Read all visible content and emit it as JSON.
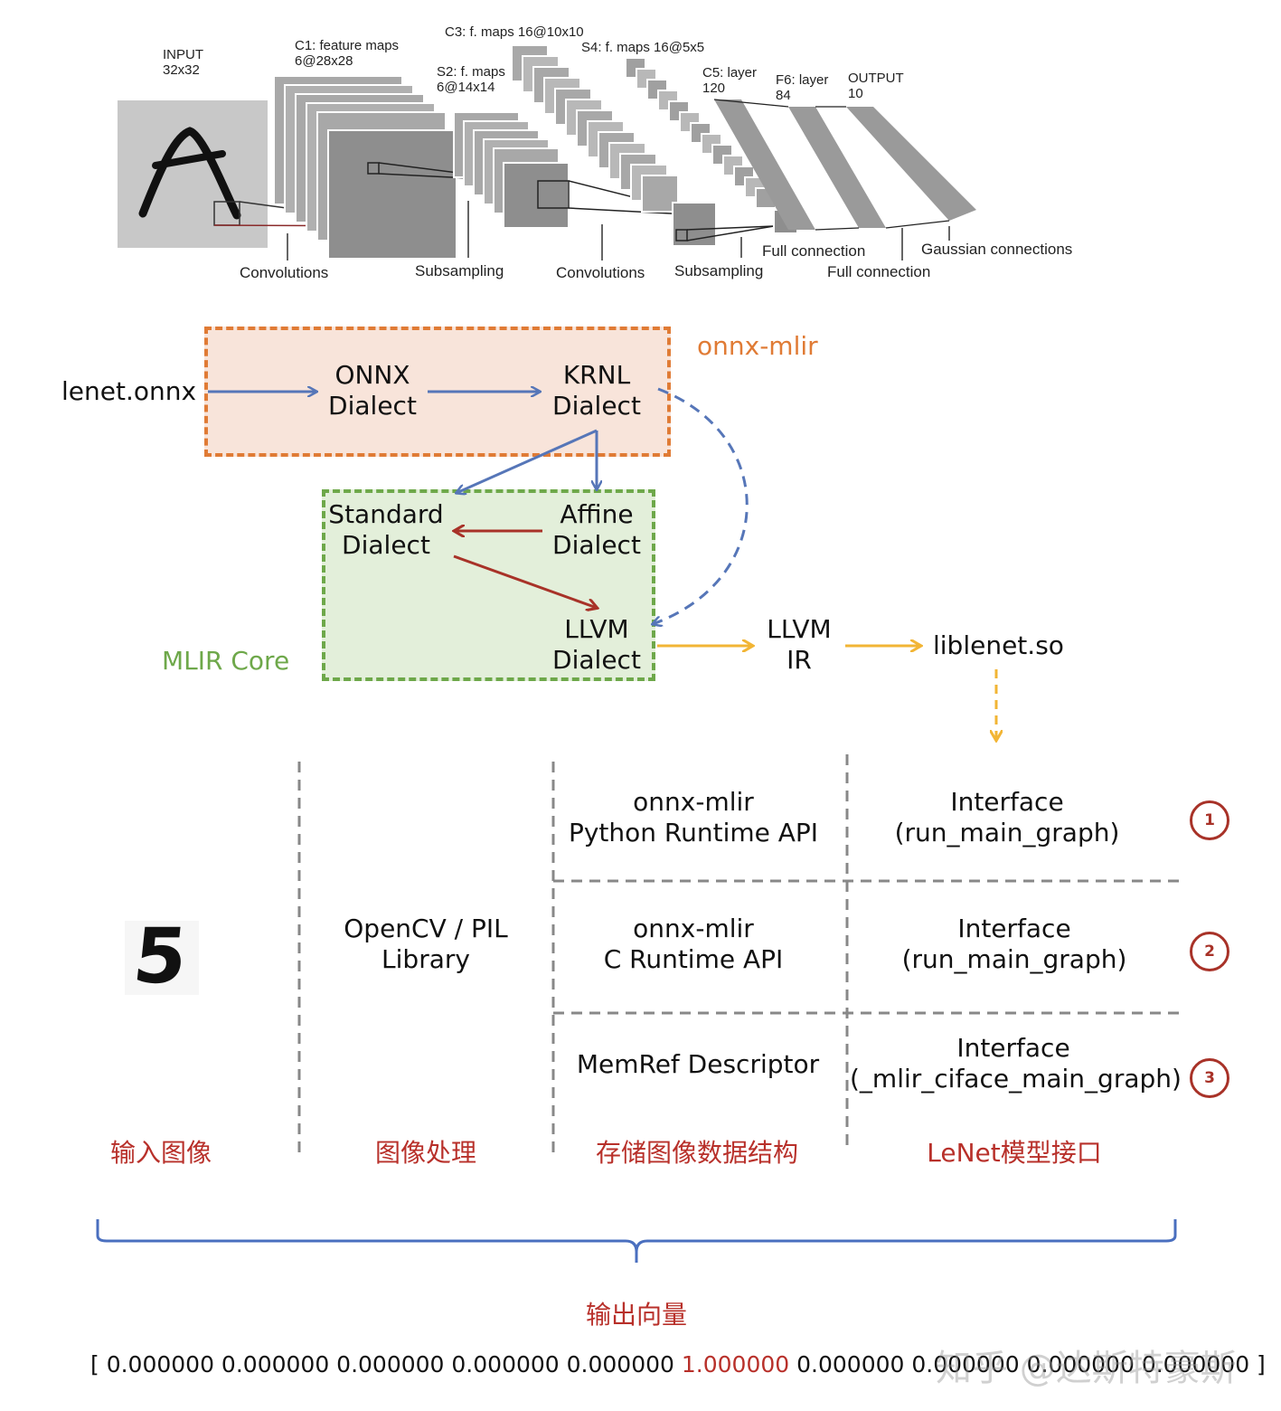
{
  "lenet": {
    "input_label": "INPUT\n32x32",
    "c1_label": "C1: feature maps\n6@28x28",
    "s2_label": "S2: f. maps\n6@14x14",
    "c3_label": "C3: f. maps 16@10x10",
    "s4_label": "S4: f. maps 16@5x5",
    "c5_label": "C5: layer\n120",
    "f6_label": "F6: layer\n84",
    "output_label": "OUTPUT\n10",
    "captions": {
      "conv1": "Convolutions",
      "sub1": "Subsampling",
      "conv2": "Convolutions",
      "sub2": "Subsampling",
      "full1": "Full connection",
      "full2": "Full connection",
      "gauss": "Gaussian connections"
    }
  },
  "flow": {
    "input_file": "lenet.onnx",
    "onnx_group_label": "onnx-mlir",
    "core_group_label": "MLIR Core",
    "onnx_dialect": "ONNX\nDialect",
    "krnl_dialect": "KRNL\nDialect",
    "standard_dialect": "Standard\nDialect",
    "affine_dialect": "Affine\nDialect",
    "llvm_dialect": "LLVM\nDialect",
    "llvm_ir": "LLVM\nIR",
    "library": "liblenet.so",
    "colors": {
      "blue": "#5676b8",
      "red": "#a83228",
      "yellow": "#f2b535",
      "orange": "#e07b35",
      "green": "#6ea84a"
    }
  },
  "table": {
    "digit": "5",
    "image_processing": "OpenCV / PIL\nLibrary",
    "rows": [
      {
        "api": "onnx-mlir\nPython Runtime API",
        "interface": "Interface\n(run_main_graph)",
        "num": "1"
      },
      {
        "api": "onnx-mlir\nC Runtime API",
        "interface": "Interface\n(run_main_graph)",
        "num": "2"
      },
      {
        "api": "MemRef Descriptor",
        "interface": "Interface\n(_mlir_ciface_main_graph)",
        "num": "3"
      }
    ],
    "captions": {
      "input_image": "输入图像",
      "image_processing": "图像处理",
      "data_structure": "存储图像数据结构",
      "model_interface": "LeNet模型接口"
    }
  },
  "output": {
    "label": "输出向量",
    "vector_prefix": "[ 0.000000 0.000000 0.000000 0.000000 0.000000 ",
    "vector_highlight": "1.000000",
    "vector_suffix": " 0.000000 0.000000 0.000000 0.000000 ]"
  },
  "watermark": "知乎 @达斯特豪斯"
}
